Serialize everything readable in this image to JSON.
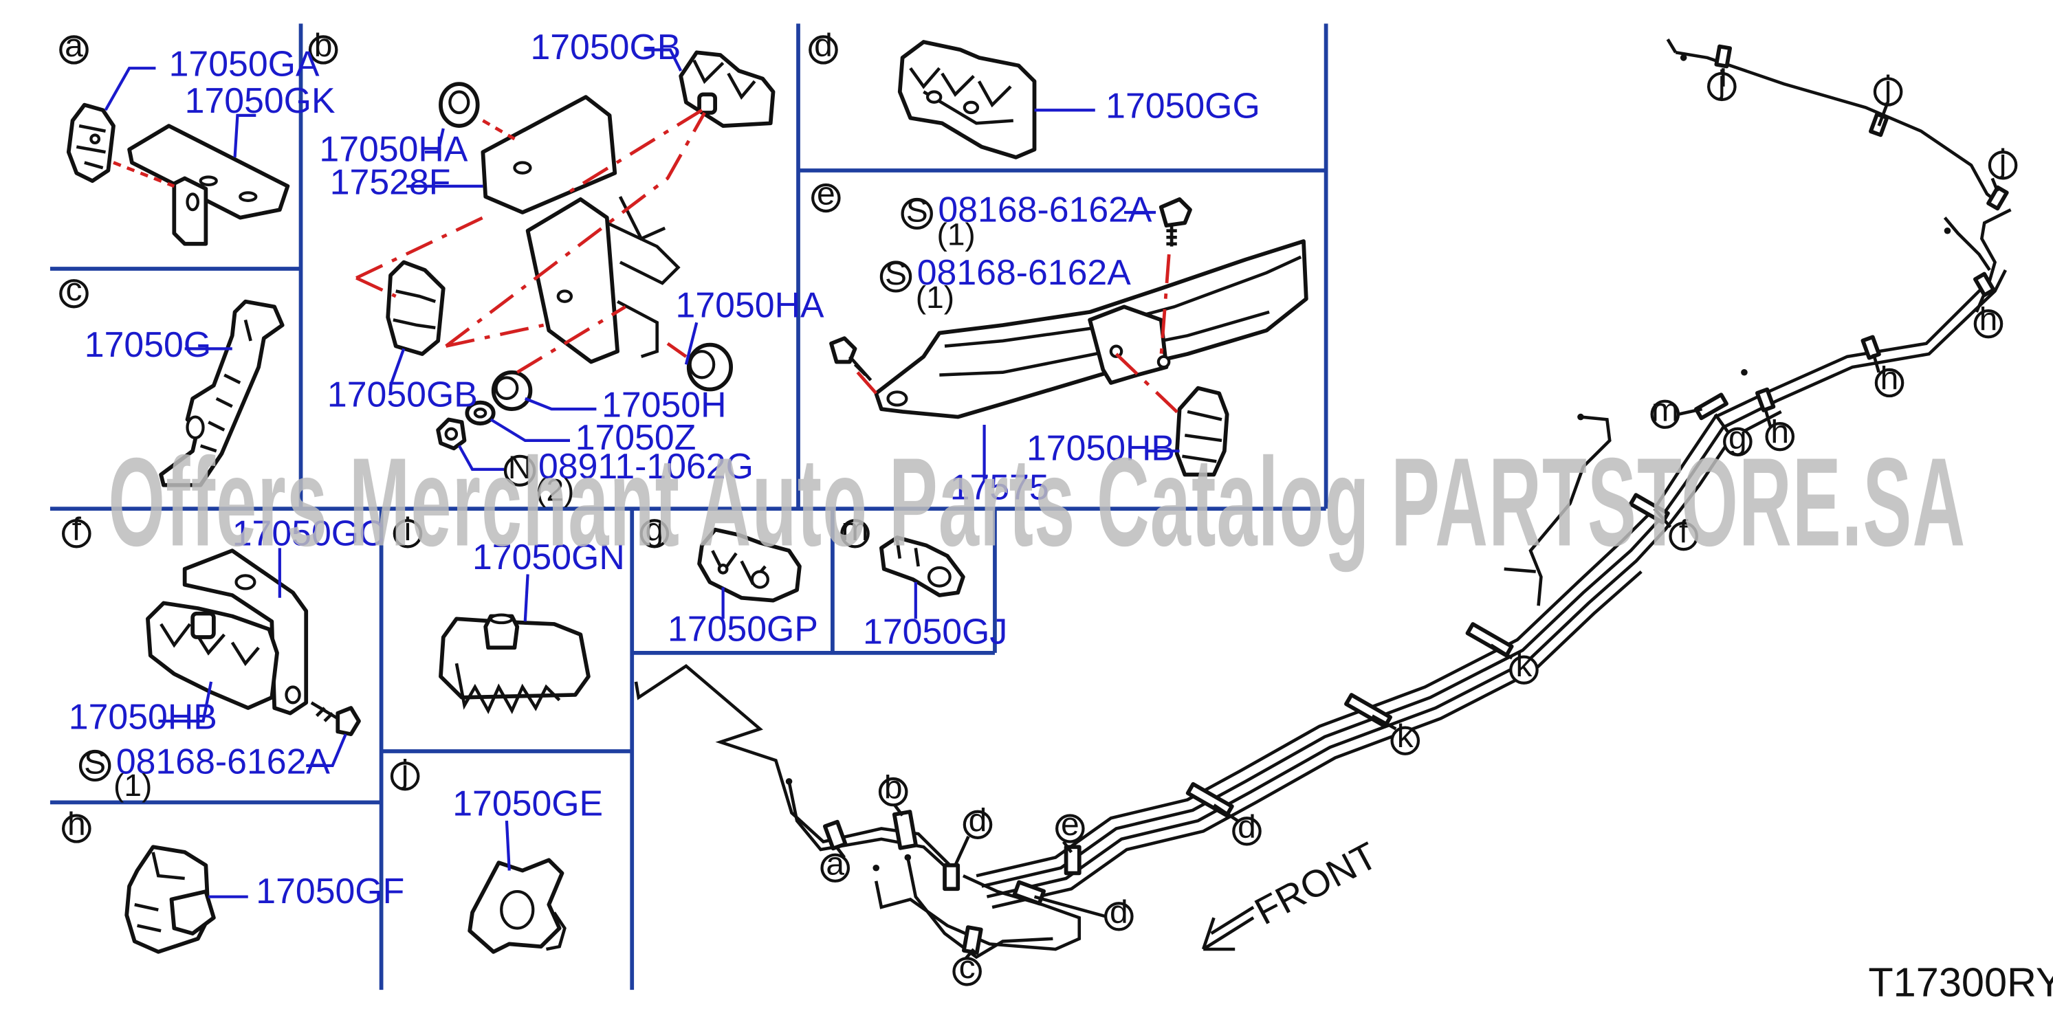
{
  "diagram_code": "T17300RY",
  "watermark": "Offers Merchant Auto Parts Catalog PARTSTORE.SA",
  "front_label": "FRONT",
  "panel_labels": {
    "a": "a",
    "b": "b",
    "c": "c",
    "d": "d",
    "e": "e",
    "f": "f",
    "g": "g",
    "h": "h",
    "i": "i",
    "j": "j",
    "k": "k",
    "m": "m"
  },
  "parts": {
    "p_17050GA": "17050GA",
    "p_17050GK": "17050GK",
    "p_17050GB_top": "17050GB",
    "p_17050HA_left": "17050HA",
    "p_17528F": "17528F",
    "p_17050HA_right": "17050HA",
    "p_17050GB_left": "17050GB",
    "p_17050H": "17050H",
    "p_17050Z": "17050Z",
    "p_08911": "08911-1062G",
    "p_17050G": "17050G",
    "p_17050GG": "17050GG",
    "p_08168_1": "08168-6162A",
    "p_08168_2": "08168-6162A",
    "p_17575": "17575",
    "p_17050HB_e": "17050HB",
    "p_17050GC": "17050GC",
    "p_17050HB_f": "17050HB",
    "p_08168_f": "08168-6162A",
    "p_17050GN": "17050GN",
    "p_17050GP": "17050GP",
    "p_17050GJ": "17050GJ",
    "p_17050GE": "17050GE",
    "p_17050GF": "17050GF"
  },
  "prefix_marks": {
    "s": "S",
    "n": "N"
  },
  "quantities": {
    "one": "(1)",
    "two": "(2)"
  },
  "colors": {
    "frame": "#1f3fa0",
    "part_number": "#1a1acc",
    "dash_line": "#d42020",
    "ink": "#111111"
  }
}
